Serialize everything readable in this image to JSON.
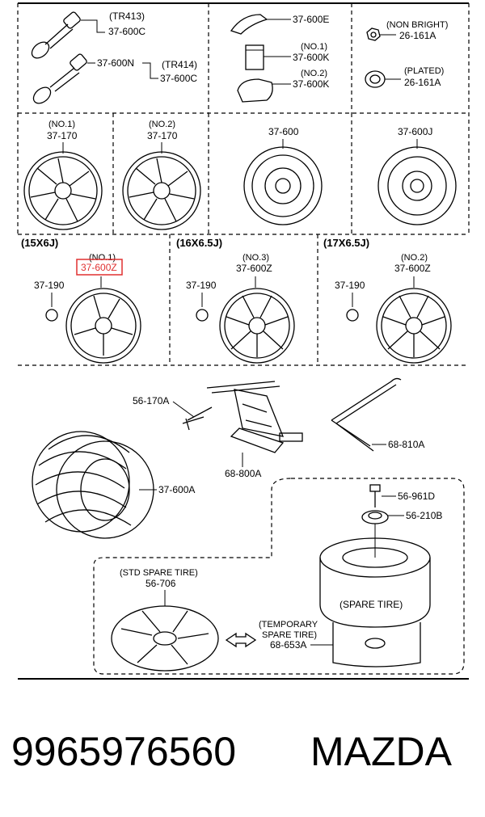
{
  "labels": {
    "tr413": "(TR413)",
    "p37600C_a": "37-600C",
    "p37600N": "37-600N",
    "tr414": "(TR414)",
    "p37600C_b": "37-600C",
    "p37600E": "37-600E",
    "no1_k": "(NO.1)",
    "p37600K_a": "37-600K",
    "no2_k": "(NO.2)",
    "p37600K_b": "37-600K",
    "non_bright": "(NON BRIGHT)",
    "p26161A_a": "26-161A",
    "plated": "(PLATED)",
    "p26161A_b": "26-161A",
    "no1_w": "(NO.1)",
    "p37170_a": "37-170",
    "no2_w": "(NO.2)",
    "p37170_b": "37-170",
    "p37600": "37-600",
    "p37600J": "37-600J",
    "size15": "(15X6J)",
    "no1_z": "(NO.1)",
    "p37600Z_a": "37-600Z",
    "p37190_a": "37-190",
    "size16": "(16X6.5J)",
    "no3_z": "(NO.3)",
    "p37600Z_b": "37-600Z",
    "p37190_b": "37-190",
    "size17": "(17X6.5J)",
    "no2_z": "(NO.2)",
    "p37600Z_c": "37-600Z",
    "p37190_c": "37-190",
    "p56170A": "56-170A",
    "p68810A": "68-810A",
    "p68800A": "68-800A",
    "p37600A": "37-600A",
    "p56961D": "56-961D",
    "p56210B": "56-210B",
    "spare_tire": "(SPARE TIRE)",
    "std_spare": "(STD SPARE TIRE)",
    "p56706": "56-706",
    "temp_spare_1": "(TEMPORARY",
    "temp_spare_2": "SPARE TIRE)",
    "p68653A": "68-653A"
  },
  "footer": {
    "part_number": "9965976560",
    "brand": "MAZDA"
  },
  "highlight_color": "#e03030"
}
